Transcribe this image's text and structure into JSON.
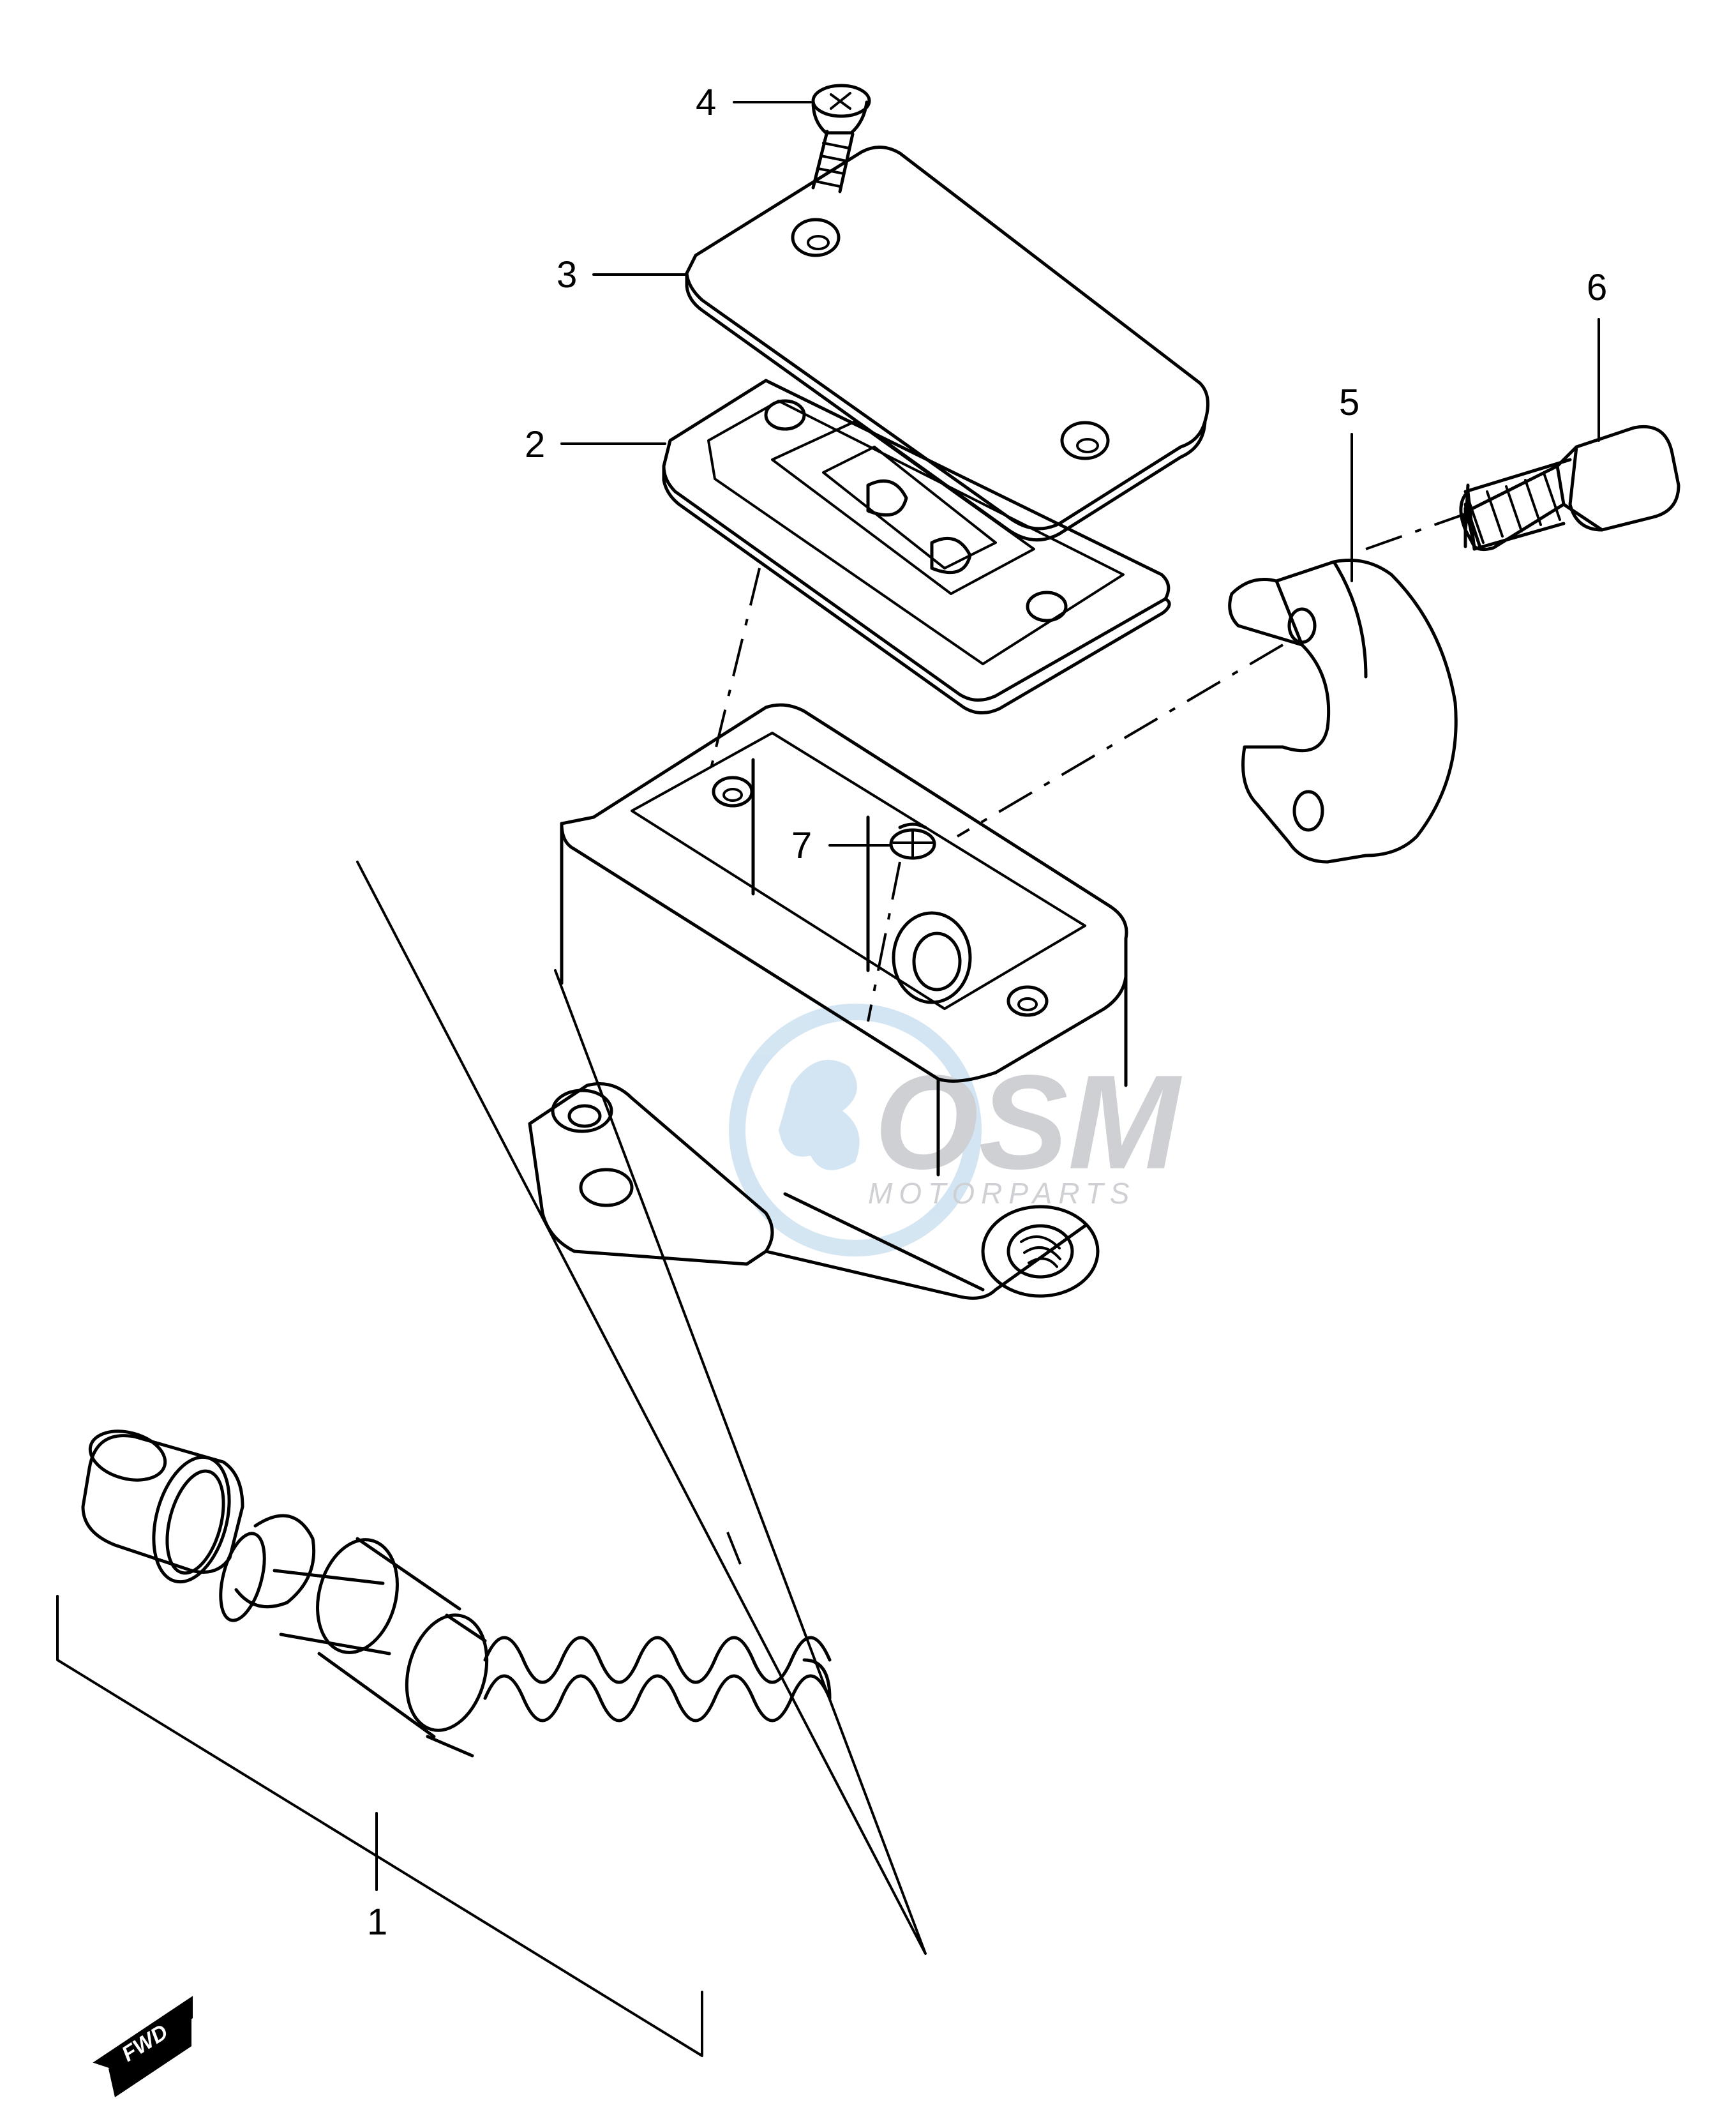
{
  "callouts": [
    {
      "id": "1",
      "label": "1"
    },
    {
      "id": "2",
      "label": "2"
    },
    {
      "id": "3",
      "label": "3"
    },
    {
      "id": "4",
      "label": "4"
    },
    {
      "id": "5",
      "label": "5"
    },
    {
      "id": "6",
      "label": "6"
    },
    {
      "id": "7",
      "label": "7"
    }
  ],
  "watermark": {
    "brand": "OSM",
    "sub": "MOTORPARTS",
    "color": "#c9cbd0"
  },
  "fwd_indicator": {
    "label": "FWD",
    "icon": "fwd-arrow-icon"
  }
}
